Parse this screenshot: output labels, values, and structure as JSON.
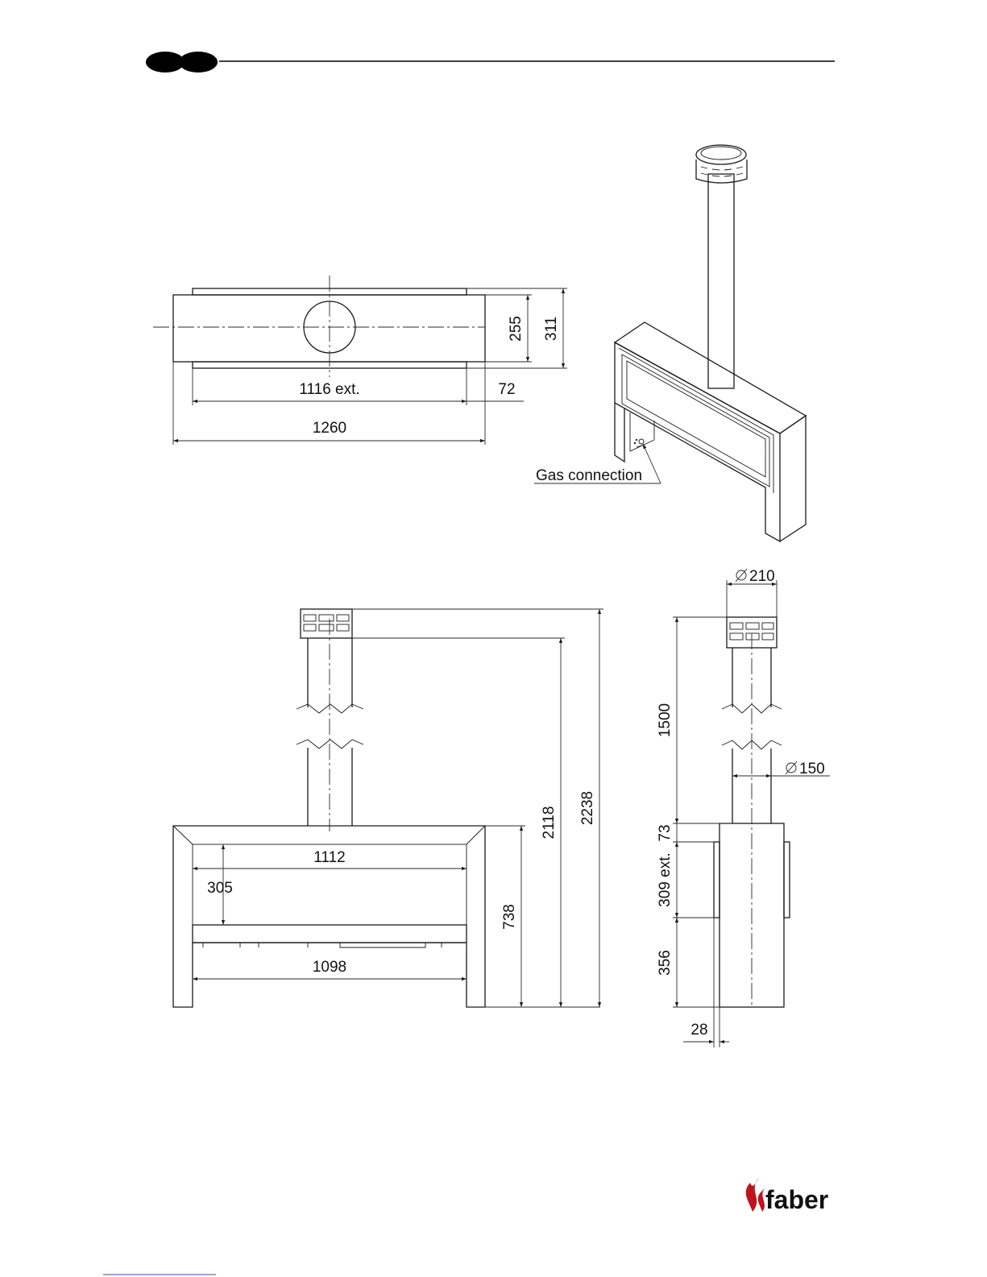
{
  "header": {
    "lang_badge_color": "#000000"
  },
  "top_view": {
    "dim_width_ext": "1116 ext.",
    "dim_width_total": "1260",
    "dim_offset": "72",
    "dim_depth_inner": "255",
    "dim_depth_outer": "311"
  },
  "iso_view": {
    "gas_connection_label": "Gas connection"
  },
  "front_view": {
    "dim_window_width": "1112",
    "dim_window_height": "305",
    "dim_leg_span": "1098",
    "dim_body_height": "738",
    "dim_height_to_flue": "2118",
    "dim_total_height": "2238"
  },
  "side_view": {
    "dim_cap_diameter": "210",
    "dim_pipe_diameter": "150",
    "dim_flue_length": "1500",
    "dim_top_band": "73",
    "dim_window": "309 ext.",
    "dim_base": "356",
    "dim_leg_thickness": "28"
  },
  "footer": {
    "brand_name": "faber",
    "brand_color": "#c0131c",
    "flame_icon": "flame-icon"
  }
}
